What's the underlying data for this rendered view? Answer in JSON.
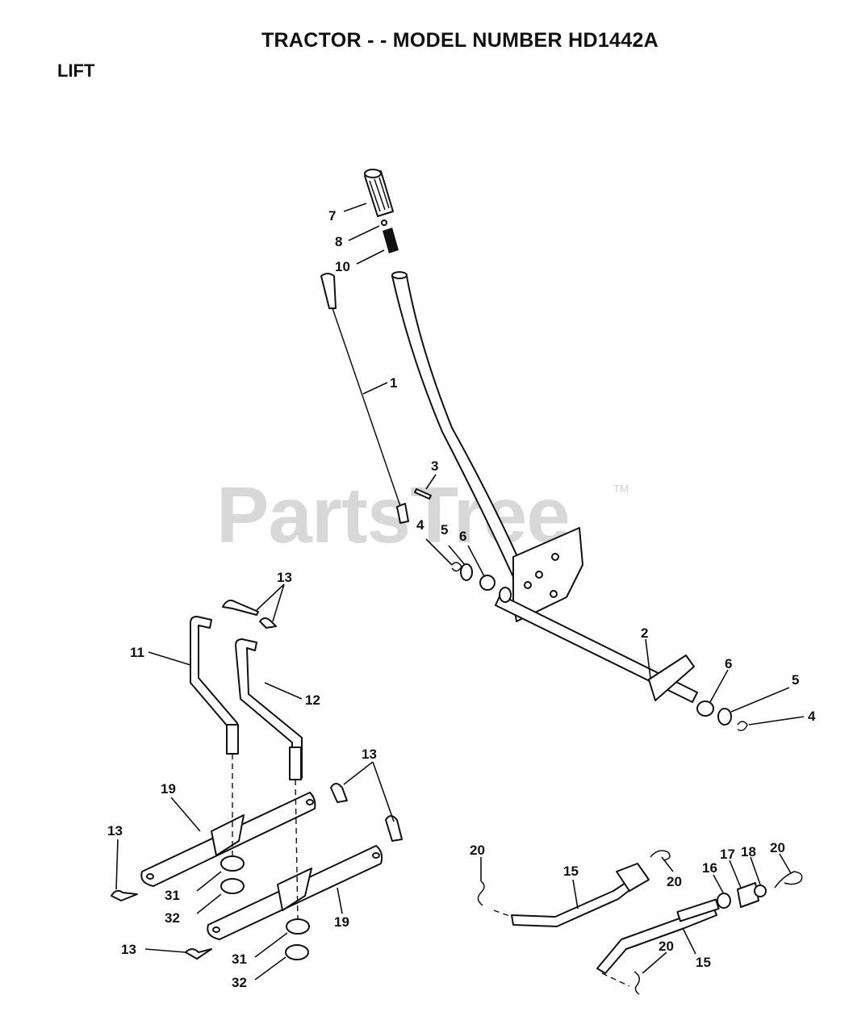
{
  "header": {
    "title": "TRACTOR - - MODEL NUMBER HD1442A",
    "section": "LIFT"
  },
  "watermark": {
    "text": "PartsTree",
    "trademark": "TM"
  },
  "callouts": {
    "c1": "1",
    "c2": "2",
    "c3": "3",
    "c4a": "4",
    "c4b": "4",
    "c5a": "5",
    "c5b": "5",
    "c6a": "6",
    "c6b": "6",
    "c7": "7",
    "c8": "8",
    "c10": "10",
    "c11": "11",
    "c12": "12",
    "c13a": "13",
    "c13b": "13",
    "c13c": "13",
    "c13d": "13",
    "c15a": "15",
    "c15b": "15",
    "c16": "16",
    "c17": "17",
    "c18": "18",
    "c19a": "19",
    "c19b": "19",
    "c20a": "20",
    "c20b": "20",
    "c20c": "20",
    "c20d": "20",
    "c31a": "31",
    "c31b": "31",
    "c32a": "32",
    "c32b": "32"
  }
}
